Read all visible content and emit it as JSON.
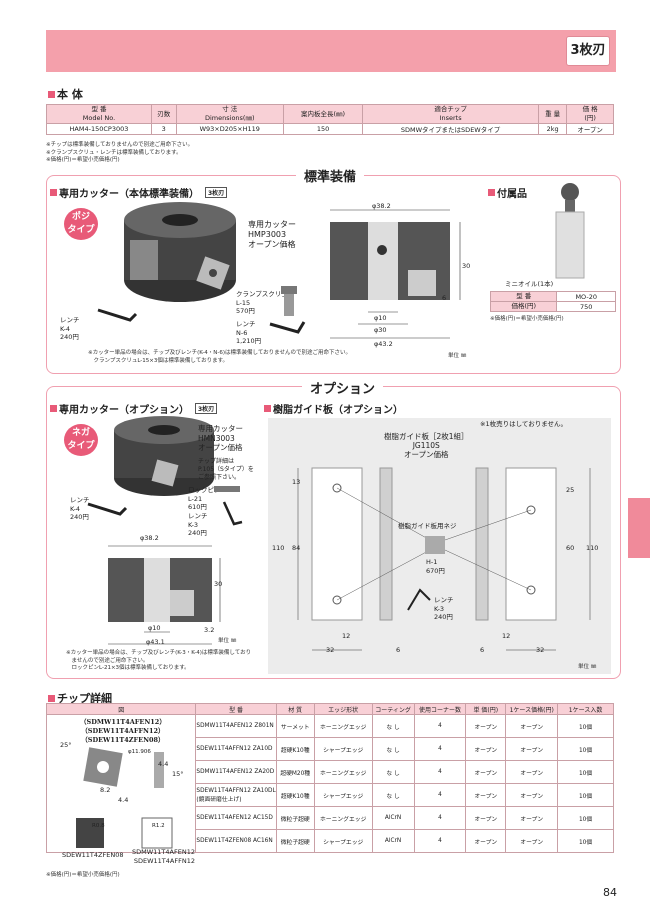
{
  "header": {
    "tag": "3枚刃"
  },
  "main_body": {
    "title": "本 体",
    "columns": [
      "型 番\nModel No.",
      "刃数",
      "寸 法\nDimensions(㎜)",
      "案内板全長(㎜)",
      "適合チップ\nInserts",
      "重 量",
      "価 格\n(円)"
    ],
    "row": [
      "HAM4-150CP3003",
      "3",
      "W93×D205×H119",
      "150",
      "SDMWタイプまたはSDEWタイプ",
      "2kg",
      "オープン"
    ],
    "notes": [
      "※チップは標準装備しておりませんので別途ご用命下さい。",
      "※クランプスクリュ・レンチは標準装備しております。",
      "※価格(円)＝希望小売価格(円)"
    ]
  },
  "standard": {
    "banner": "標準装備",
    "cutter_title": "専用カッター（本体標準装備）",
    "cutter_badge": "3枚刃",
    "posi_type": "ポジ\nタイプ",
    "cutter_label": "専用カッター\nHMP3003\nオープン価格",
    "screw_label": "クランプスクリュ\nL-15\n570円",
    "wrench_k4": "レンチ\nK-4\n240円",
    "wrench_n6": "レンチ\nN-6\n1,210円",
    "dims": {
      "d38_2": "φ38.2",
      "h30": "30",
      "h6": "6",
      "d10": "φ10",
      "d30": "φ30",
      "d43_2": "φ43.2"
    },
    "note": "※カッター単品の場合は、チップ及びレンチ(K-4・N-6)は標準装備しておりませんので別途ご用命下さい。\n　クランプスクリュL-15×3個は標準装備しております。",
    "unit": "単位 ㎜"
  },
  "accessory": {
    "title": "付属品",
    "caption": "ミニオイル(1本)",
    "rows": [
      [
        "型 番",
        "MO-20"
      ],
      [
        "価格(円)",
        "750"
      ]
    ],
    "note": "※価格(円)＝希望小売価格(円)"
  },
  "option": {
    "banner": "オプション",
    "cutter_title": "専用カッター（オプション）",
    "cutter_badge": "3枚刃",
    "nega_type": "ネガ\nタイプ",
    "cutter_label": "専用カッター\nHMN3003\nオープン価格",
    "chip_ref": "チップ詳細は\nP.105（Sタイプ）を\nご参照下さい。",
    "lockpin": "ロックピン\nL-21\n610円",
    "wrench_k3": "レンチ\nK-3\n240円",
    "wrench_k4": "レンチ\nK-4\n240円",
    "dims": {
      "d38_2": "φ38.2",
      "h30": "30",
      "h3_2": "3.2",
      "d10": "φ10",
      "d43_1": "φ43.1"
    },
    "unit": "単位 ㎜",
    "note": "※カッター単品の場合は、チップ及びレンチ(K-3・K-4)は標準装備しており\n　ませんので別途ご用命下さい。\n　ロックピンL-21×3個は標準装備しております。",
    "guide_title": "樹脂ガイド板（オプション）",
    "guide_note": "※1枚売りはしておりません。",
    "guide_label": "樹脂ガイド板［2枚1組］\nJG110S\nオープン価格",
    "guide_screw": "樹脂ガイド板用ネジ",
    "h1": "H-1\n670円",
    "wrench_k3b": "レンチ\nK-3\n240円",
    "gdims": {
      "a": "13",
      "b": "84",
      "c": "110",
      "d": "12",
      "e": "32",
      "f": "6",
      "g": "25",
      "h": "60",
      "i": "110",
      "j": "12",
      "k": "32",
      "l": "6"
    },
    "unit2": "単位 ㎜"
  },
  "chips": {
    "title": "チップ詳細",
    "columns": [
      "図",
      "型 番",
      "材 質",
      "エッジ形状",
      "コーティング",
      "使用コーナー数",
      "単 価(円)",
      "1ケース価格(円)",
      "1ケース入数"
    ],
    "figure_labels": [
      "（SDMW11T4AFEN12）\n（SDEW11T4AFFN12）\n（SDEW11T4ZFEN08）",
      "SDEW11T4ZFEN08",
      "SDMW11T4AFEN12\nSDEW11T4AFFN12"
    ],
    "fig_dims": {
      "a": "25°",
      "b": "φ11.906",
      "c": "4.4",
      "d": "15°",
      "e": "8.2",
      "f": "4.4",
      "g": "R0.8",
      "h": "R1.2"
    },
    "rows": [
      [
        "SDMW11T4AFEN12 Z801N",
        "サーメット",
        "ホーニングエッジ",
        "な し",
        "4",
        "オープン",
        "オープン",
        "10個"
      ],
      [
        "SDEW11T4AFFN12 ZA10D",
        "超硬K10種",
        "シャープエッジ",
        "な し",
        "4",
        "オープン",
        "オープン",
        "10個"
      ],
      [
        "SDMW11T4AFEN12 ZA20D",
        "超硬M20種",
        "ホーニングエッジ",
        "な し",
        "4",
        "オープン",
        "オープン",
        "10個"
      ],
      [
        "SDEW11T4AFFN12 ZA10DL\n(鏡面研磨仕上げ)",
        "超硬K10種",
        "シャープエッジ",
        "な し",
        "4",
        "オープン",
        "オープン",
        "10個"
      ],
      [
        "SDEW11T4AFEN12 AC15D",
        "微粒子超硬",
        "ホーニングエッジ",
        "AlCrN",
        "4",
        "オープン",
        "オープン",
        "10個"
      ],
      [
        "SDEW11T4ZFEN08 AC16N",
        "微粒子超硬",
        "シャープエッジ",
        "AlCrN",
        "4",
        "オープン",
        "オープン",
        "10個"
      ]
    ],
    "note": "※価格(円)＝希望小売価格(円)"
  },
  "page_number": "84"
}
